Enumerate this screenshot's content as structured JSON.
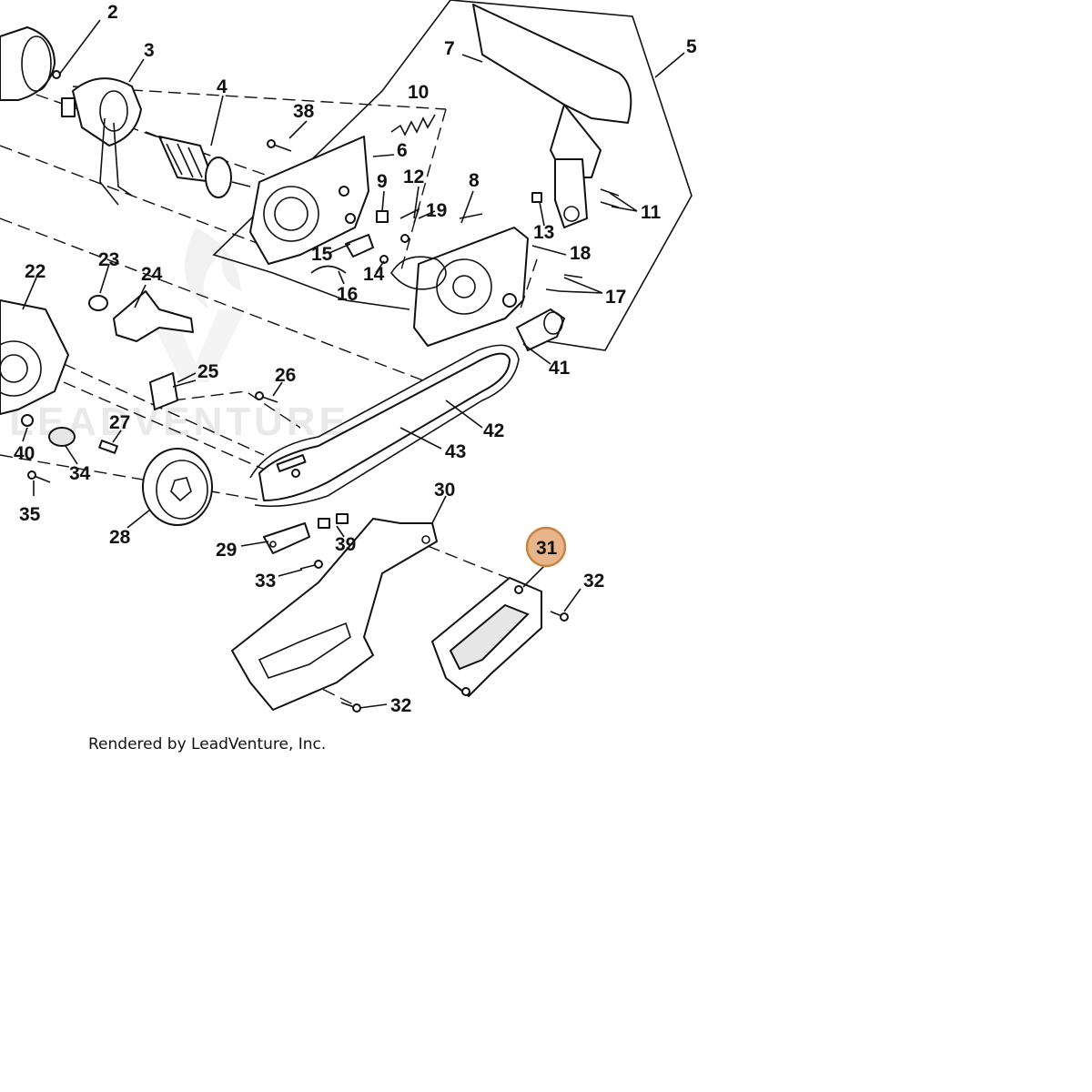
{
  "diagram": {
    "callouts": [
      {
        "id": "c2",
        "text": "2"
      },
      {
        "id": "c3",
        "text": "3"
      },
      {
        "id": "c4",
        "text": "4"
      },
      {
        "id": "c5",
        "text": "5"
      },
      {
        "id": "c6",
        "text": "6"
      },
      {
        "id": "c7",
        "text": "7"
      },
      {
        "id": "c8",
        "text": "8"
      },
      {
        "id": "c9",
        "text": "9"
      },
      {
        "id": "c10",
        "text": "10"
      },
      {
        "id": "c11",
        "text": "11"
      },
      {
        "id": "c12",
        "text": "12"
      },
      {
        "id": "c13",
        "text": "13"
      },
      {
        "id": "c14",
        "text": "14"
      },
      {
        "id": "c15",
        "text": "15"
      },
      {
        "id": "c16",
        "text": "16"
      },
      {
        "id": "c17",
        "text": "17"
      },
      {
        "id": "c18",
        "text": "18"
      },
      {
        "id": "c19",
        "text": "19"
      },
      {
        "id": "c22",
        "text": "22"
      },
      {
        "id": "c23",
        "text": "23"
      },
      {
        "id": "c24",
        "text": "24"
      },
      {
        "id": "c25",
        "text": "25"
      },
      {
        "id": "c26",
        "text": "26"
      },
      {
        "id": "c27",
        "text": "27"
      },
      {
        "id": "c28",
        "text": "28"
      },
      {
        "id": "c29",
        "text": "29"
      },
      {
        "id": "c30",
        "text": "30"
      },
      {
        "id": "c32a",
        "text": "32"
      },
      {
        "id": "c32b",
        "text": "32"
      },
      {
        "id": "c33",
        "text": "33"
      },
      {
        "id": "c34",
        "text": "34"
      },
      {
        "id": "c35",
        "text": "35"
      },
      {
        "id": "c38",
        "text": "38"
      },
      {
        "id": "c39",
        "text": "39"
      },
      {
        "id": "c40",
        "text": "40"
      },
      {
        "id": "c41",
        "text": "41"
      },
      {
        "id": "c42",
        "text": "42"
      },
      {
        "id": "c43",
        "text": "43"
      }
    ],
    "highlighted_callout": {
      "text": "31",
      "fill_color": "#e8b48a",
      "stroke_color": "#c8843f"
    },
    "watermark": "LEADVENTURE",
    "credit": "Rendered by LeadVenture, Inc."
  }
}
